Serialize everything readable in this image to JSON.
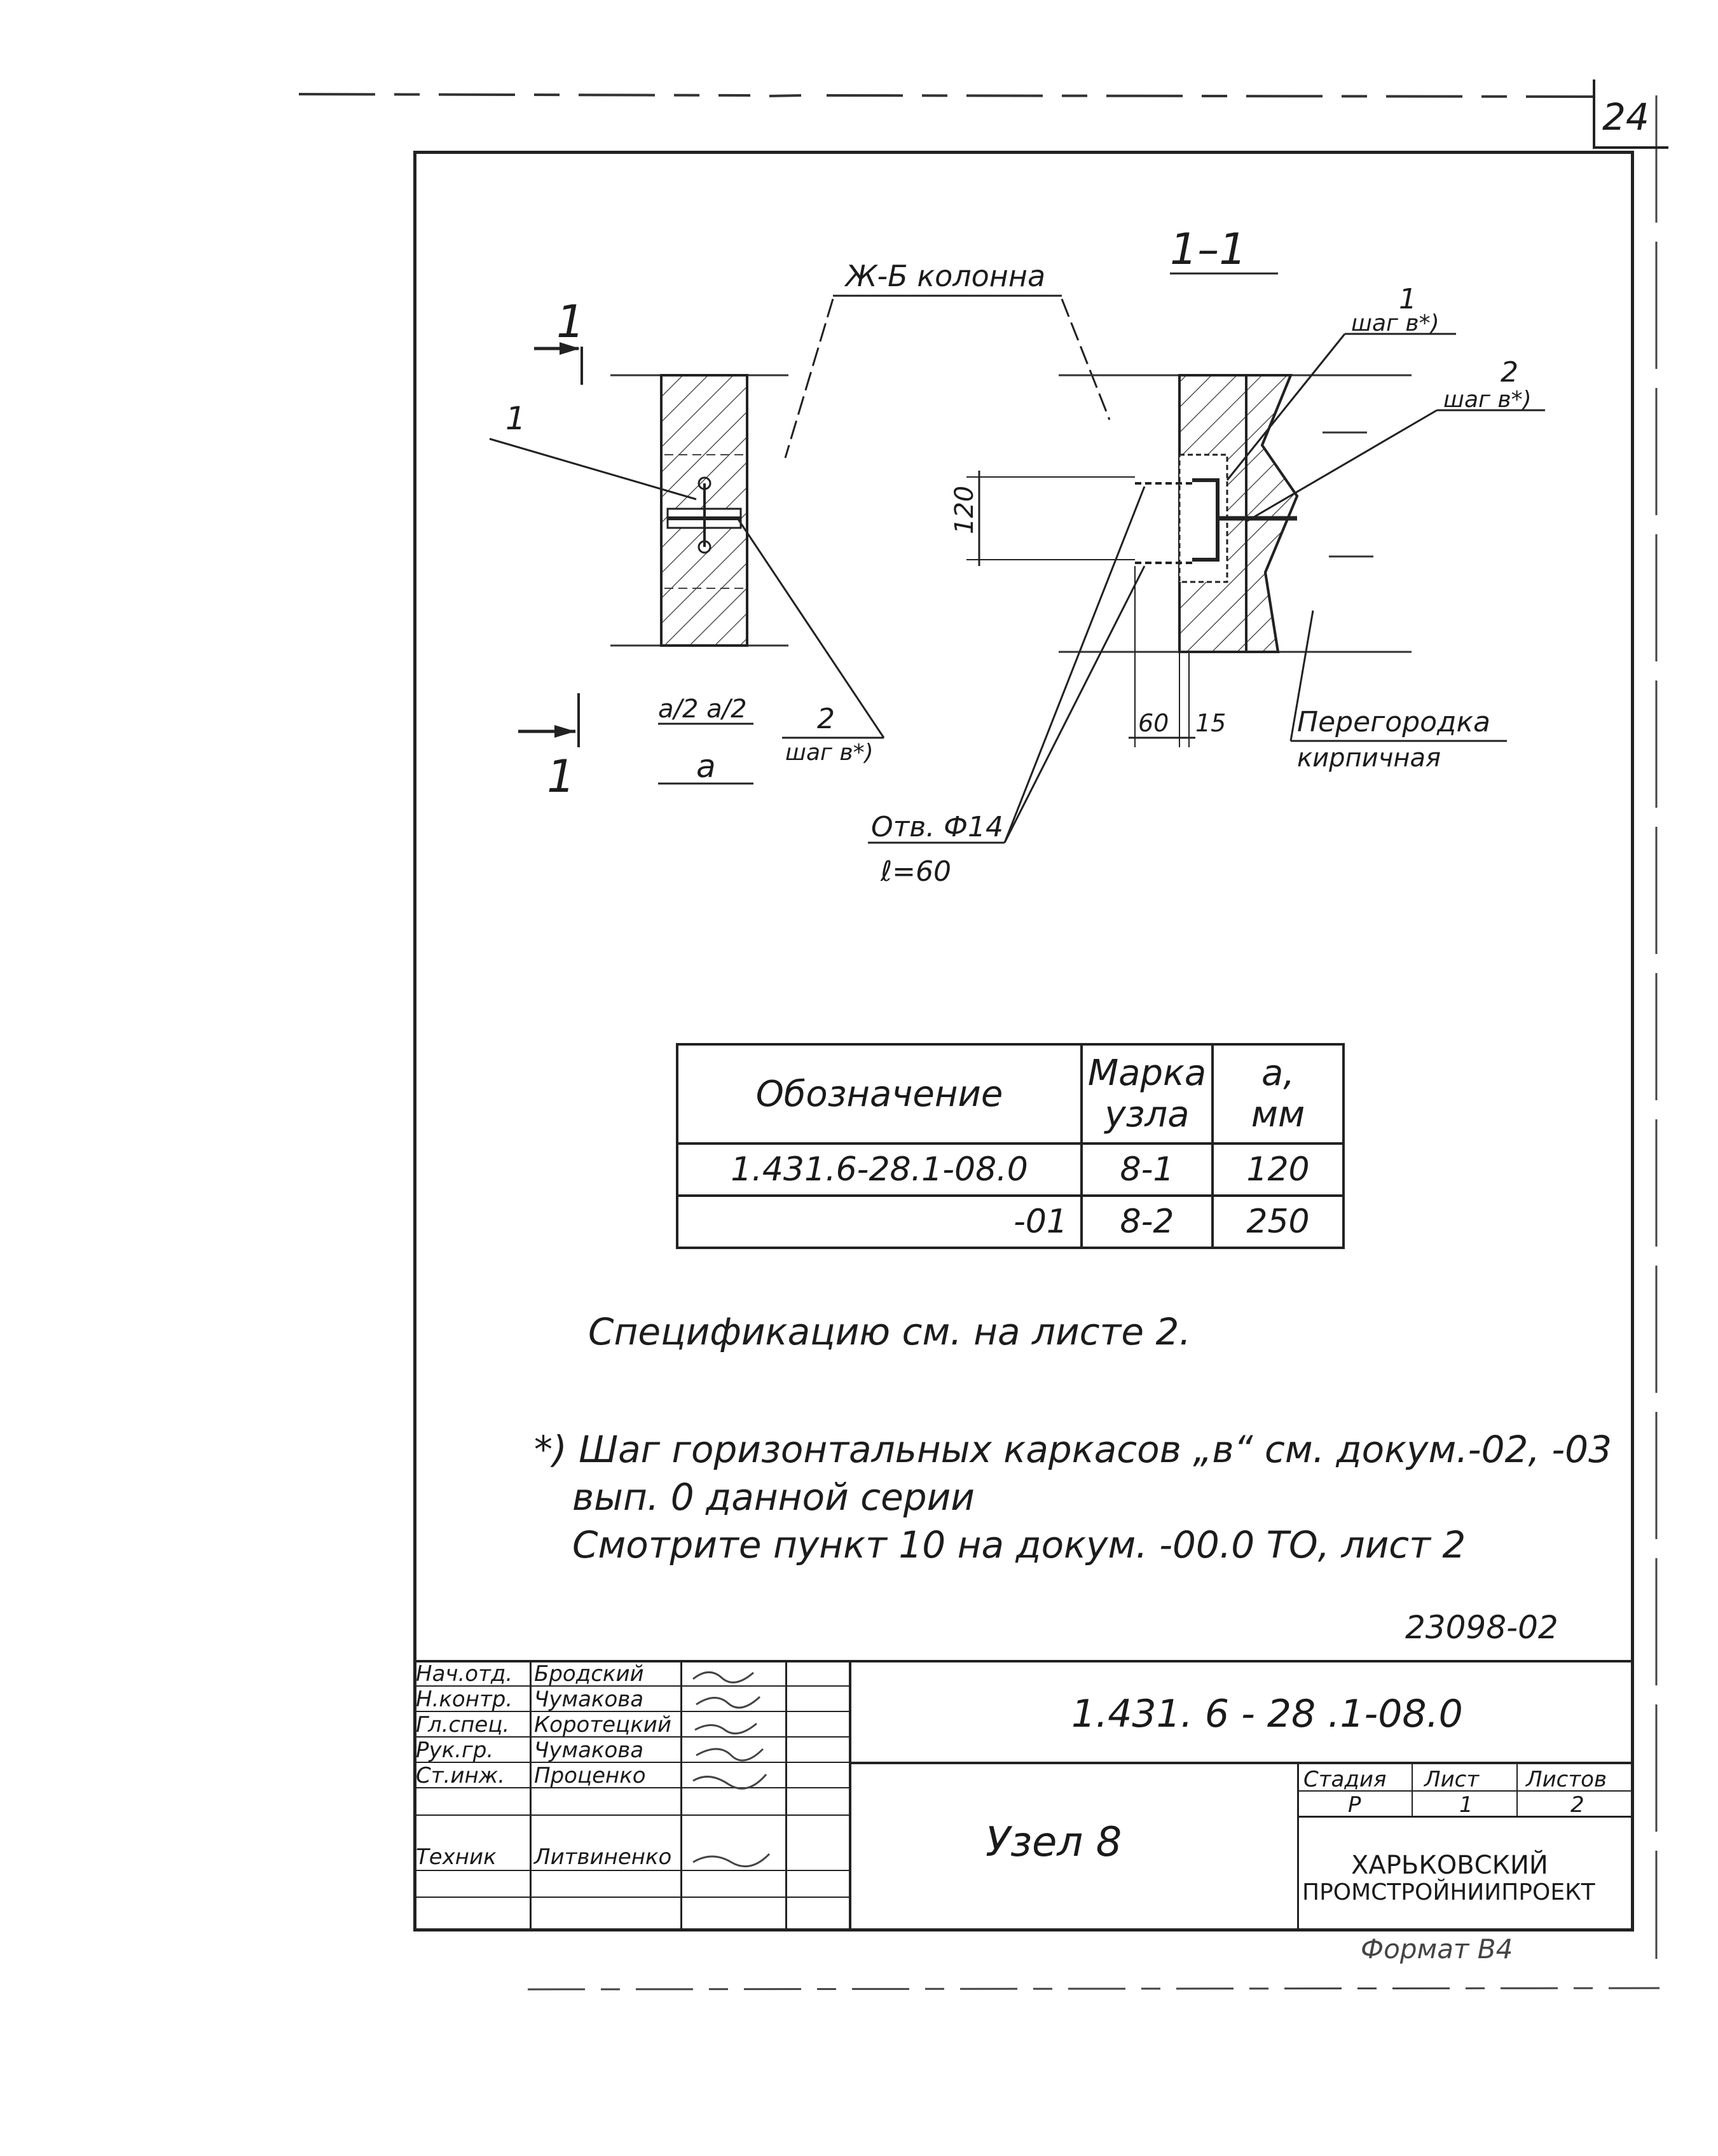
{
  "sheet_number": "24",
  "drawing": {
    "section_title": "1–1",
    "column_label": "Ж-Б колонна",
    "section_marks": [
      "1",
      "1"
    ],
    "callout_1": "1",
    "callout_1_step_num": "1",
    "callout_1_step": "шаг в*)",
    "callout_2_left_num": "2",
    "callout_2_left": "шаг в*)",
    "callout_2_right_num": "2",
    "callout_2_right": "шаг в*)",
    "dim_half_a": "a/2 a/2",
    "dim_a": "a",
    "dim_120": "120",
    "dim_60": "60",
    "dim_15": "15",
    "hole_label_1": "Отв. Ф14",
    "hole_label_2": "ℓ=60",
    "partition_label_1": "Перегородка",
    "partition_label_2": "кирпичная"
  },
  "table": {
    "headers": [
      "Обозначение",
      "Марка узла",
      "a, мм"
    ],
    "header_mark_1": "Марка",
    "header_mark_2": "узла",
    "header_a_1": "a,",
    "header_a_2": "мм",
    "rows": [
      {
        "designation": "1.431.6-28.1-08.0",
        "mark": "8-1",
        "a": "120"
      },
      {
        "designation": "-01",
        "mark": "8-2",
        "a": "250"
      }
    ]
  },
  "notes": {
    "spec": "Спецификацию см. на листе 2.",
    "footnote_line1": "*) Шаг горизонтальных каркасов „в“ см. докум.-02, -03",
    "footnote_line2": "вып. 0 данной серии",
    "footnote_line3": "Смотрите пункт 10 на докум. -00.0 ТО, лист 2",
    "archive_number": "23098-02"
  },
  "title_block": {
    "roles": [
      {
        "role": "Нач.отд.",
        "name": "Бродский"
      },
      {
        "role": "Н.контр.",
        "name": "Чумакова"
      },
      {
        "role": "Гл.спец.",
        "name": "Коротецкий"
      },
      {
        "role": "Рук.гр.",
        "name": "Чумакова"
      },
      {
        "role": "Ст.инж.",
        "name": "Проценко"
      },
      {
        "role": "Техник",
        "name": "Литвиненко"
      }
    ],
    "document_code": "1.431. 6 - 28 .1-08.0",
    "title": "Узел 8",
    "stage_header": "Стадия",
    "sheet_header": "Лист",
    "sheets_header": "Листов",
    "stage": "Р",
    "sheet": "1",
    "sheets": "2",
    "organization_line1": "ХАРЬКОВСКИЙ",
    "organization_line2": "ПРОМСТРОЙНИИПРОЕКТ",
    "format": "Формат В4"
  }
}
